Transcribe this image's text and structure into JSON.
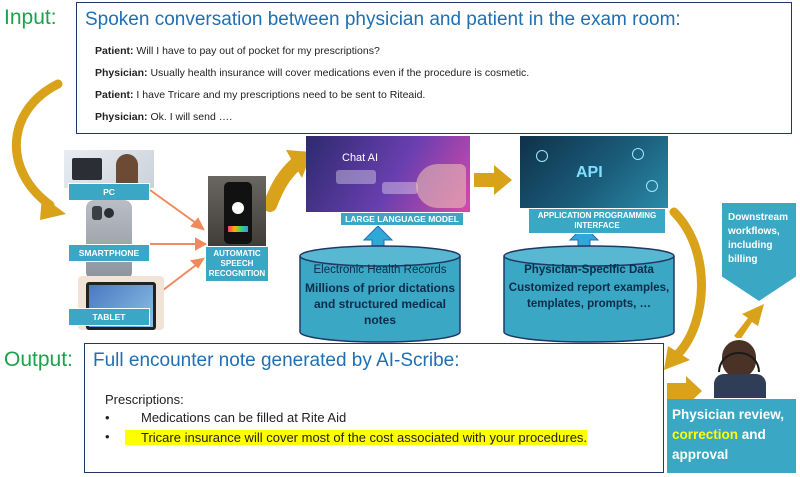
{
  "input_label": "Input:",
  "output_label": "Output:",
  "input_panel": {
    "title": "Spoken conversation between physician and patient in the exam room:",
    "lines": [
      {
        "speaker": "Patient:",
        "text": " Will I have to pay out of pocket for my prescriptions?"
      },
      {
        "speaker": "Physician:",
        "text": " Usually health insurance will cover medications even if the procedure is cosmetic."
      },
      {
        "speaker": "Patient:",
        "text": " I have Tricare and my prescriptions need to be sent to Riteaid."
      },
      {
        "speaker": "Physician:",
        "text": " Ok. I will send …."
      }
    ]
  },
  "devices": {
    "pc": "PC",
    "smartphone": "SMARTPHONE",
    "tablet": "TABLET"
  },
  "asr_label": "AUTOMATIC SPEECH RECOGNITION",
  "llm_label": "LARGE LANGUAGE MODEL",
  "llm_image_text": "Chat AI",
  "api_label": "APPLICATION PROGRAMMING INTERFACE",
  "api_image_text": "API",
  "ehr": {
    "title": "Electronic Health Records",
    "body": "Millions of prior dictations and structured medical notes"
  },
  "physician_data": {
    "title": "Physician-Specific Data",
    "body": "Customized report examples, templates, prompts, …"
  },
  "downstream": "Downstream workflows, including billing",
  "review": {
    "part1": "Physician review, ",
    "highlight": "correction",
    "part2": " and approval"
  },
  "output_panel": {
    "title": "Full encounter note generated by AI-Scribe:",
    "heading": "Prescriptions:",
    "bullet1": "Medications can be filled at Rite Aid",
    "bullet2": "Tricare insurance will cover most of the cost associated with your procedures."
  },
  "colors": {
    "green": "#1aa34a",
    "navy": "#1f3864",
    "blue_title": "#1f6fb5",
    "teal": "#3aa7c4",
    "gold_arrow": "#d9a21b",
    "orange_arrow": "#f08a5d",
    "highlight": "#ffff00"
  }
}
